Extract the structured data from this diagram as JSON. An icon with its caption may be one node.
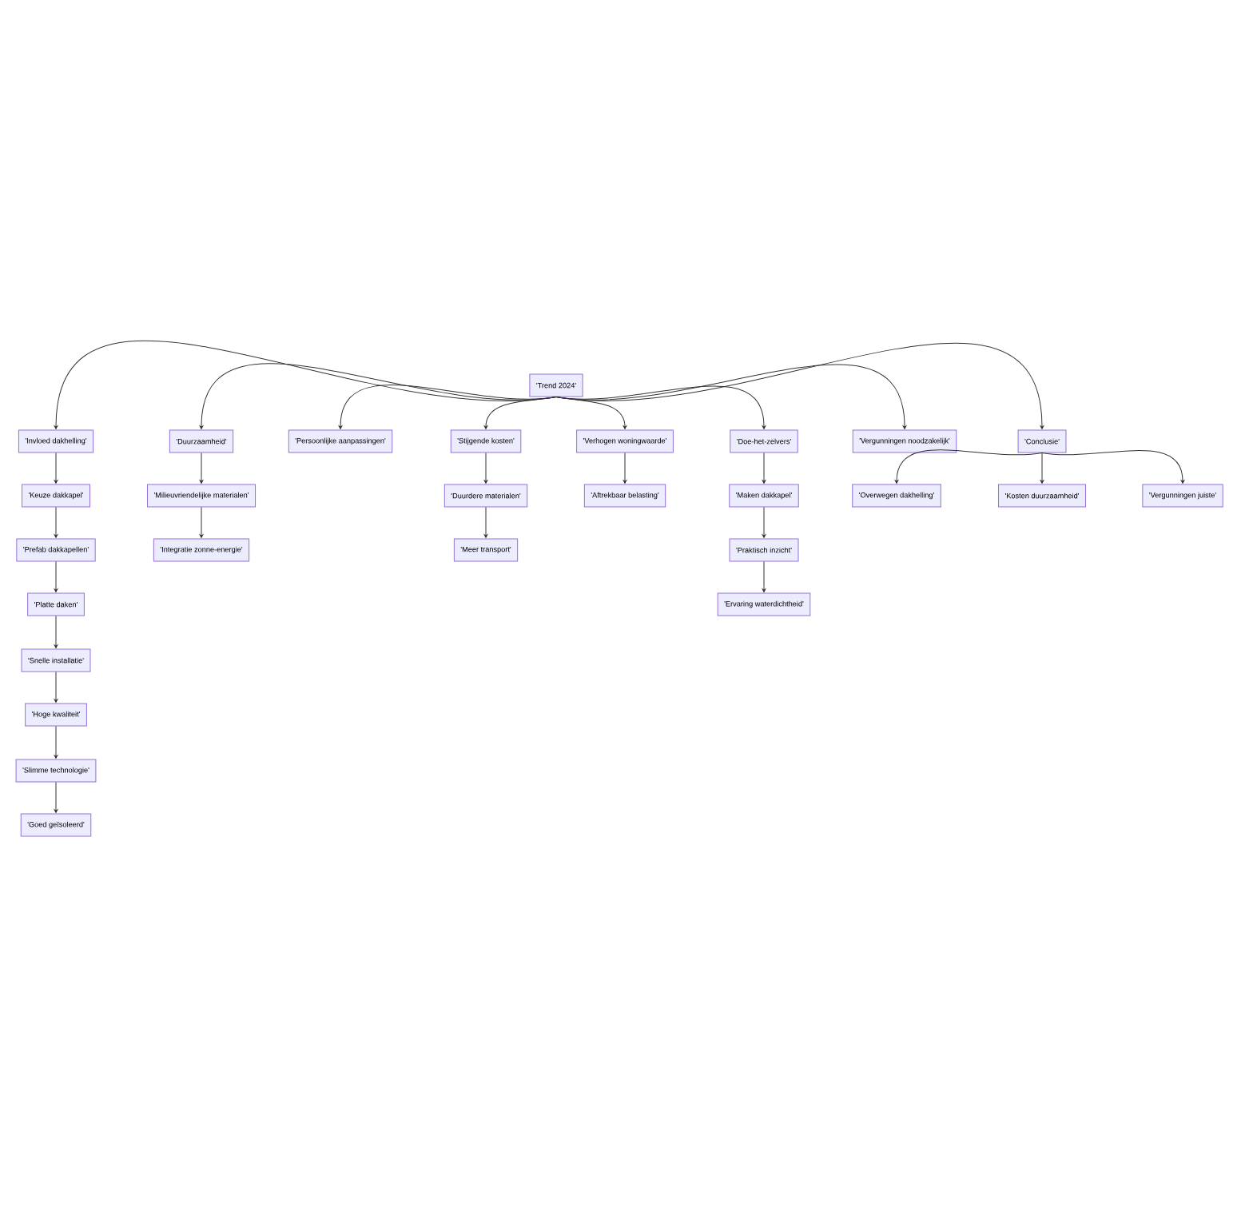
{
  "diagram": {
    "nodes": [
      {
        "text": [
          "'Trend 2024'"
        ]
      },
      {
        "text": [
          "'Invloed dakhelling'"
        ]
      },
      {
        "text": [
          "'Keuze dakkapel'"
        ]
      },
      {
        "text": [
          "'Prefab dakkapellen'"
        ]
      },
      {
        "text": [
          "'Platte daken'"
        ]
      },
      {
        "text": [
          "'Snelle installatie'"
        ]
      },
      {
        "text": [
          "'Hoge kwaliteit'"
        ]
      },
      {
        "text": [
          "'Slimme technologie'"
        ]
      },
      {
        "text": [
          "'Goed geïsoleerd'"
        ]
      },
      {
        "text": [
          "'Duurzaamheid'"
        ]
      },
      {
        "text": [
          "'Milieuvriendelijke materialen'"
        ]
      },
      {
        "text": [
          "'Integratie zonne-energie'"
        ]
      },
      {
        "text": [
          "'Persoonlijke aanpassingen'"
        ]
      },
      {
        "text": [
          "'Stijgende kosten'"
        ]
      },
      {
        "text": [
          "'Duurdere materialen'"
        ]
      },
      {
        "text": [
          "'Meer transport'"
        ]
      },
      {
        "text": [
          "'Verhogen woningwaarde'"
        ]
      },
      {
        "text": [
          "'Aftrekbaar belasting'"
        ]
      },
      {
        "text": [
          "'Doe-het-zelvers'"
        ]
      },
      {
        "text": [
          "'Maken dakkapel'"
        ]
      },
      {
        "text": [
          "'Praktisch inzicht'"
        ]
      },
      {
        "text": [
          "'Ervaring waterdichtheid'"
        ]
      },
      {
        "text": [
          "'Vergunningen noodzakelijk'"
        ]
      },
      {
        "text": [
          "'Conclusie'"
        ]
      },
      {
        "text": [
          "'Overwegen dakhelling'"
        ]
      },
      {
        "text": [
          "'Kosten duurzaamheid'"
        ]
      },
      {
        "text": [
          "'Vergunningen juiste'"
        ]
      }
    ],
    "edges": [
      {
        "from": 0,
        "to": 1,
        "arrow": "to"
      },
      {
        "from": 0,
        "to": 9,
        "arrow": "to"
      },
      {
        "from": 0,
        "to": 12,
        "arrow": "to"
      },
      {
        "from": 0,
        "to": 13,
        "arrow": "to"
      },
      {
        "from": 0,
        "to": 16,
        "arrow": "to"
      },
      {
        "from": 0,
        "to": 18,
        "arrow": "to"
      },
      {
        "from": 0,
        "to": 22,
        "arrow": "to"
      },
      {
        "from": 0,
        "to": 23,
        "arrow": "to"
      },
      {
        "from": 1,
        "to": 2,
        "arrow": "to"
      },
      {
        "from": 2,
        "to": 3,
        "arrow": "to"
      },
      {
        "from": 3,
        "to": 4,
        "arrow": "to"
      },
      {
        "from": 4,
        "to": 5,
        "arrow": "to"
      },
      {
        "from": 5,
        "to": 6,
        "arrow": "to"
      },
      {
        "from": 6,
        "to": 7,
        "arrow": "to"
      },
      {
        "from": 7,
        "to": 8,
        "arrow": "to"
      },
      {
        "from": 9,
        "to": 10,
        "arrow": "to"
      },
      {
        "from": 10,
        "to": 11,
        "arrow": "to"
      },
      {
        "from": 13,
        "to": 14,
        "arrow": "to"
      },
      {
        "from": 14,
        "to": 15,
        "arrow": "to"
      },
      {
        "from": 16,
        "to": 17,
        "arrow": "to"
      },
      {
        "from": 18,
        "to": 19,
        "arrow": "to"
      },
      {
        "from": 19,
        "to": 20,
        "arrow": "to"
      },
      {
        "from": 20,
        "to": 21,
        "arrow": "to"
      },
      {
        "from": 23,
        "to": 24,
        "arrow": "to"
      },
      {
        "from": 23,
        "to": 25,
        "arrow": "to"
      },
      {
        "from": 23,
        "to": 26,
        "arrow": "to"
      }
    ]
  }
}
